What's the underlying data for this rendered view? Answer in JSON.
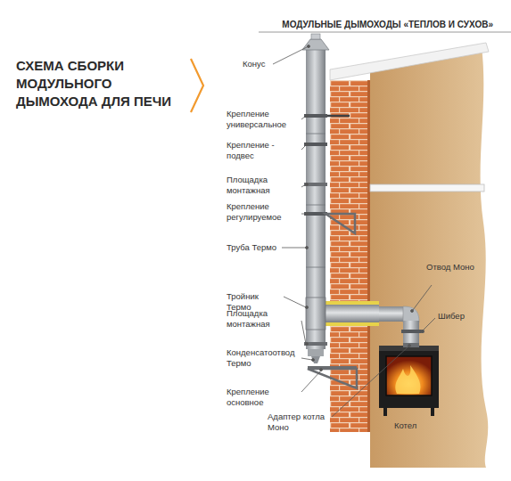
{
  "diagram": {
    "title": "СХЕМА СБОРКИ МОДУЛЬНОГО ДЫМОХОДА ДЛЯ ПЕЧИ",
    "labels": [
      "МОДУЛЬНЫЕ ДЫМОХОДЫ «ТЕПЛОВ И СУХОВ»",
      "Конус",
      "Крепление универсальное",
      "Крепление - подвес",
      "Площадка монтажная",
      "Крепление регулируемое",
      "Труба Термо",
      "Тройник Термо",
      "Площадка монтажная",
      "Конденсатоотвод Термо",
      "Крепление основное",
      "Адаптер котла Моно",
      "Котел",
      "Отвод Моно",
      "Шибер"
    ]
  }
}
